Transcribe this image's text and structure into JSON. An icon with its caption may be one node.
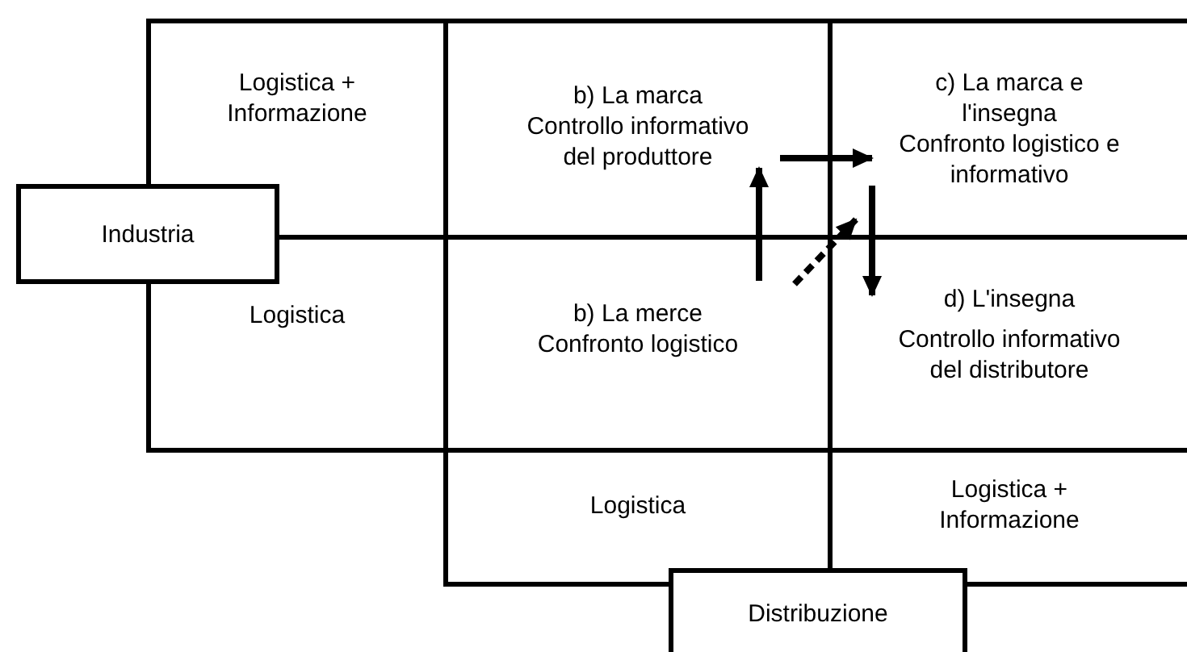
{
  "diagram": {
    "nodes": [
      {
        "text": [
          "Logistica + Informazione"
        ]
      },
      {
        "text": [
          "b) La marca",
          "Controllo informativo del produttore"
        ]
      },
      {
        "text": [
          "c) La marca e l'insegna",
          "Confronto logistico e informativo"
        ]
      },
      {
        "text": [
          "Industria"
        ]
      },
      {
        "text": [
          "Logistica"
        ]
      },
      {
        "text": [
          "b) La merce",
          "Confronto logistico"
        ]
      },
      {
        "text": [
          "d) L'insegna",
          "Controllo informativo del distributore"
        ]
      },
      {
        "text": [
          "Logistica"
        ]
      },
      {
        "text": [
          "Logistica + Informazione"
        ]
      },
      {
        "text": [
          "Distribuzione"
        ]
      }
    ],
    "edges": [
      {
        "from": 5,
        "to": 1,
        "arrow": "to"
      },
      {
        "from": 1,
        "to": 2,
        "arrow": "to"
      },
      {
        "from": 5,
        "to": 2,
        "arrow": "to",
        "style": "dashed"
      },
      {
        "from": 2,
        "to": 6,
        "arrow": "to"
      }
    ]
  }
}
